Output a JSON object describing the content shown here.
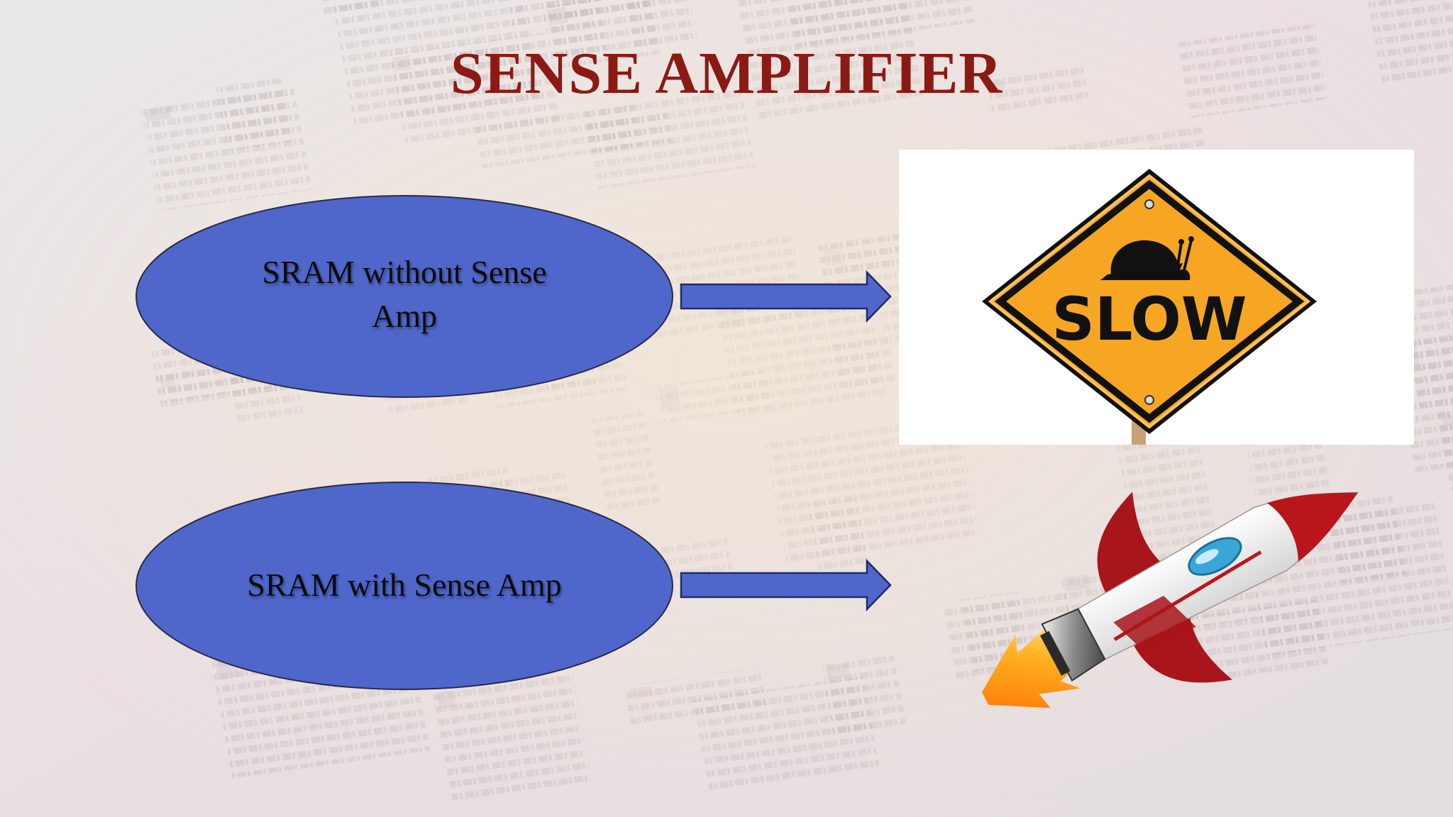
{
  "slide": {
    "title": "SENSE AMPLIFIER",
    "title_color": "#8b1a14",
    "ellipse_fill": "#4f67cb",
    "arrow_fill": "#4f67cb",
    "items": [
      {
        "label_line1": "SRAM without Sense",
        "label_line2": "Amp",
        "result_icon": "slow-sign-snail-icon"
      },
      {
        "label": "SRAM with Sense Amp",
        "result_icon": "rocket-icon"
      }
    ],
    "sign": {
      "text": "SLOW",
      "fill": "#f6a623"
    }
  }
}
